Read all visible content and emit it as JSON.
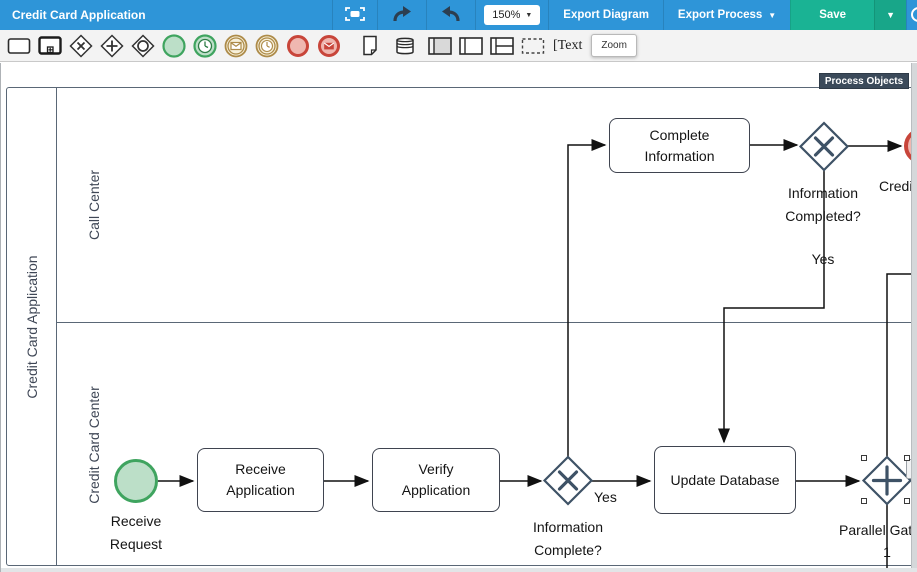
{
  "toolbar": {
    "title": "Credit Card Application",
    "zoom_level": "150%",
    "export_diagram_label": "Export Diagram",
    "export_process_label": "Export Process",
    "save_label": "Save"
  },
  "icons": {
    "caret_down": "▼"
  },
  "palette": {
    "text_annotation_label": "[Text",
    "zoom_tooltip": "Zoom"
  },
  "canvas": {
    "process_objects_label": "Process Objects",
    "pool": {
      "name": "Credit Card Application",
      "lanes": [
        "Call Center",
        "Credit Card Center"
      ]
    },
    "nodes": {
      "start_event": {
        "l1": "Receive",
        "l2": "Request"
      },
      "receive_application": {
        "l1": "Receive",
        "l2": "Application"
      },
      "verify_application": {
        "l1": "Verify",
        "l2": "Application"
      },
      "gateway_information_complete": {
        "l1": "Information",
        "l2": "Complete?"
      },
      "complete_information": {
        "l1": "Complete",
        "l2": "Information"
      },
      "gateway_information_completed": {
        "l1": "Information",
        "l2": "Completed?"
      },
      "update_database": {
        "label": "Update Database"
      },
      "parallel_gateway": {
        "l1": "Parallel Gate",
        "l2": "1"
      },
      "end_event": {
        "label": "Credi"
      }
    },
    "edge_labels": {
      "yes_upper": "Yes",
      "yes_lower": "Yes"
    }
  },
  "colors": {
    "toolbar_blue": "#2e95d8",
    "save_green": "#1ab394",
    "process_objects_bg": "#3b4a5a",
    "start_event_stroke": "#3fa45f",
    "start_event_fill": "#bcdfc8",
    "end_event_stroke": "#c8453a",
    "end_event_fill": "#efb7b0",
    "gateway_stroke": "#3e5266"
  }
}
